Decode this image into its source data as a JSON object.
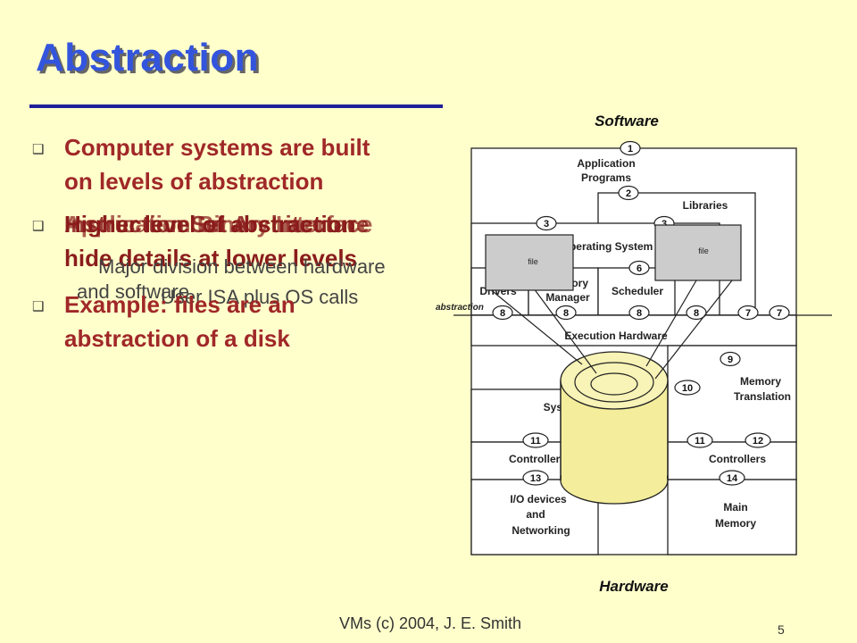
{
  "slide": {
    "title": "Abstraction",
    "bullets": [
      {
        "text_line1": "Computer systems are built",
        "text_line2": "on levels of abstraction"
      },
      {
        "text_line1": "",
        "text_line2": ""
      },
      {
        "text_line1": "Example: files are an",
        "text_line2": "abstraction of a disk"
      }
    ],
    "overlap_text": {
      "line_a": "Higher level of abstraction",
      "line_b": "Instruction Set Architecture",
      "line_c": "Application Binary Interface",
      "line_d": "hide details at lower levels",
      "sub_a": "Major division between hardware",
      "sub_b": "and software",
      "sub_c": "User ISA plus OS calls"
    },
    "footer": "VMs (c) 2004, J. E. Smith",
    "page_number": "5"
  },
  "diagram": {
    "top_label": "Software",
    "bottom_label": "Hardware",
    "abstraction_label": "abstraction",
    "blocks": {
      "app_programs_1": "Application",
      "app_programs_2": "Programs",
      "libraries": "Libraries",
      "operating_system": "Operating System",
      "drivers": "Drivers",
      "memory_manager_1": "Memory",
      "memory_manager_2": "Manager",
      "scheduler": "Scheduler",
      "execution_hardware": "Execution Hardware",
      "memory_translation_1": "Memory",
      "memory_translation_2": "Translation",
      "system": "System",
      "controllers_left": "Controllers",
      "controllers_right": "Controllers",
      "io_1": "I/O devices",
      "io_2": "and",
      "io_3": "Networking",
      "main_memory_1": "Main",
      "main_memory_2": "Memory",
      "file_left": "file",
      "file_right": "file"
    },
    "badges": [
      "1",
      "2",
      "3",
      "3",
      "6",
      "8",
      "8",
      "8",
      "8",
      "7",
      "7",
      "9",
      "10",
      "11",
      "11",
      "12",
      "13",
      "14"
    ]
  }
}
